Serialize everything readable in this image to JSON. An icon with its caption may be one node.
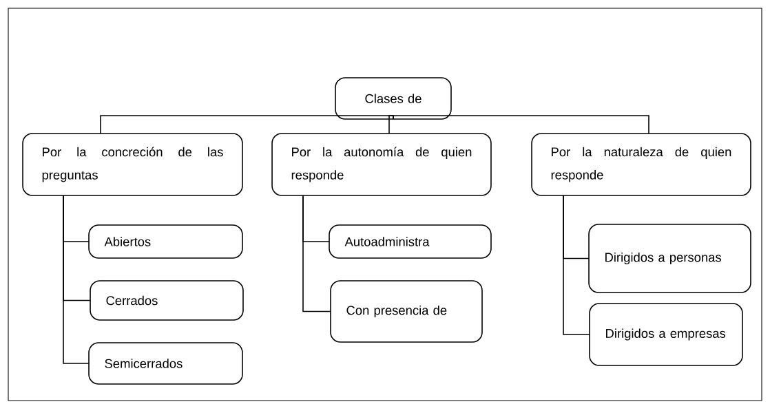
{
  "diagram": {
    "nodes": [
      {
        "text": [
          "Clases de"
        ]
      },
      {
        "text": [
          "Por la concreción de las preguntas"
        ]
      },
      {
        "text": [
          "Por la autonomía de quien responde"
        ]
      },
      {
        "text": [
          "Por la naturaleza de quien responde"
        ]
      },
      {
        "text": [
          "Abiertos"
        ]
      },
      {
        "text": [
          "Cerrados"
        ]
      },
      {
        "text": [
          "Semicerrados"
        ]
      },
      {
        "text": [
          "Autoadministra"
        ]
      },
      {
        "text": [
          "Con presencia de"
        ]
      },
      {
        "text": [
          "Dirigidos a personas"
        ]
      },
      {
        "text": [
          "Dirigidos a empresas"
        ]
      }
    ],
    "edges": [
      {
        "from": 0,
        "to": 1,
        "arrow": "none"
      },
      {
        "from": 0,
        "to": 2,
        "arrow": "none"
      },
      {
        "from": 0,
        "to": 3,
        "arrow": "none"
      },
      {
        "from": 1,
        "to": 4,
        "arrow": "none"
      },
      {
        "from": 1,
        "to": 5,
        "arrow": "none"
      },
      {
        "from": 1,
        "to": 6,
        "arrow": "none"
      },
      {
        "from": 2,
        "to": 7,
        "arrow": "none"
      },
      {
        "from": 2,
        "to": 8,
        "arrow": "none"
      },
      {
        "from": 3,
        "to": 9,
        "arrow": "none"
      },
      {
        "from": 3,
        "to": 10,
        "arrow": "none"
      }
    ]
  }
}
